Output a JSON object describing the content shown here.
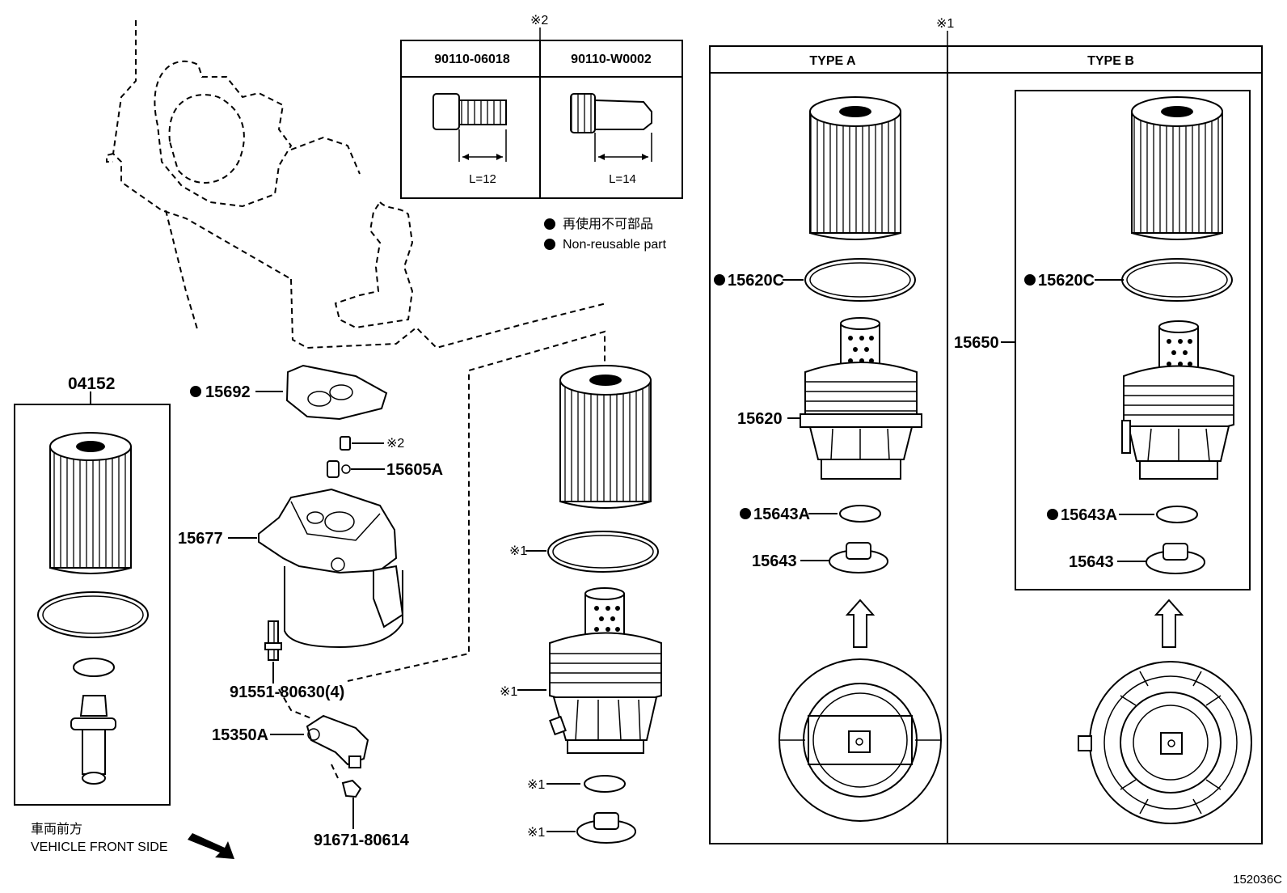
{
  "diagram_code": "152036C",
  "notes": {
    "mark2": "※2",
    "mark1": "※1",
    "mark1_short": "※1",
    "legend_jp": "再使用不可部品",
    "legend_en": "Non-reusable part",
    "front_jp": "車両前方",
    "front_en": "VEHICLE FRONT SIDE"
  },
  "bolt_table": {
    "col1_pn": "90110-06018",
    "col2_pn": "90110-W0002",
    "col1_len": "L=12",
    "col2_len": "L=14"
  },
  "type_table": {
    "type_a": "TYPE A",
    "type_b": "TYPE B"
  },
  "parts": {
    "p04152": "04152",
    "p15692": "15692",
    "p15605A": "15605A",
    "p15677": "15677",
    "p91551": "91551-80630(4)",
    "p15350A": "15350A",
    "p91671": "91671-80614",
    "p15620C": "15620C",
    "p15620": "15620",
    "p15643A": "15643A",
    "p15643": "15643",
    "p15650": "15650"
  }
}
